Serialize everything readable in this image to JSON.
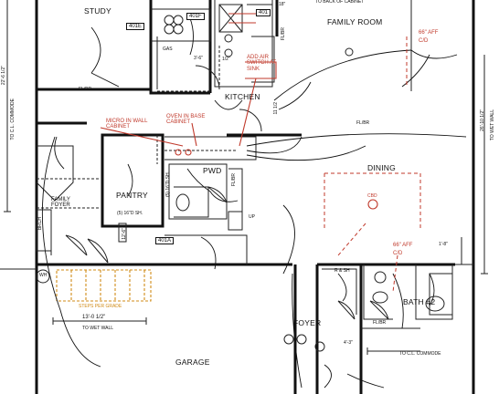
{
  "rooms": {
    "study": "STUDY",
    "family_room": "FAMILY ROOM",
    "kitchen": "KITCHEN",
    "dining": "DINING",
    "pantry": "PANTRY",
    "pwd": "PWD",
    "family_foyer": "FAMILY FOYER",
    "garage": "GARAGE",
    "foyer": "FOYER",
    "bath2": "BATH #2"
  },
  "labels": {
    "to_back_of_cabinet": "TO BACK OF CABINET",
    "tag_401e": "401E",
    "tag_401f": "401F",
    "tag_401": "401",
    "tag_401a": "401A",
    "gas": "GAS",
    "dim_3_6": "3'-6\"",
    "dim_11_1_2": "11 1/2",
    "dim_18": "18\"",
    "fl_br_1": "FL/BR",
    "fl_br_2": "FL/BR",
    "fl_br_3": "FL/BR",
    "fl_br_4": "FL/BR",
    "fl_br_5": "FL/BR",
    "dim_22_6": "22'-6 1/2\"",
    "to_cl_commode_left": "TO C.L. COMMODE",
    "dim_26_10": "26'-10 1/2\"",
    "to_wet_wall_right": "TO WET WALL",
    "dim_13_0": "13'-0 1/2\"",
    "to_wet_wall": "TO WET WALL",
    "to_cl_commode": "TO C.L. COMMODE",
    "shelf_5_16": "(5) 16\"D SH.",
    "shelf_5_16_b": "(5) 16\"D SH.",
    "brch": "BRCH",
    "wh": "WH",
    "up": "UP",
    "dim_4_3": "4'-3\"",
    "dim_1_8": "1'-8\"",
    "r_sh": "R & SH",
    "steps_per_grade": "STEPS PER GRADE",
    "dim_12_6": "12'-6\"",
    "dim_1_2": "1/2\""
  },
  "annotations": {
    "add_air_switch": "ADD AIR SWITCH AT SINK",
    "micro_in_wall": "MICRO IN WALL CABINET",
    "oven_in_base": "OVEN IN BASE CABINET",
    "aff_66_top": "66\" AFF",
    "cd_top": "C/D",
    "aff_66_mid": "66\" AFF",
    "cd_mid": "C/D",
    "cbd": "CBD"
  },
  "colors": {
    "markup_red": "#c0392b",
    "steps_orange": "#d08b17",
    "linework": "#111111"
  }
}
